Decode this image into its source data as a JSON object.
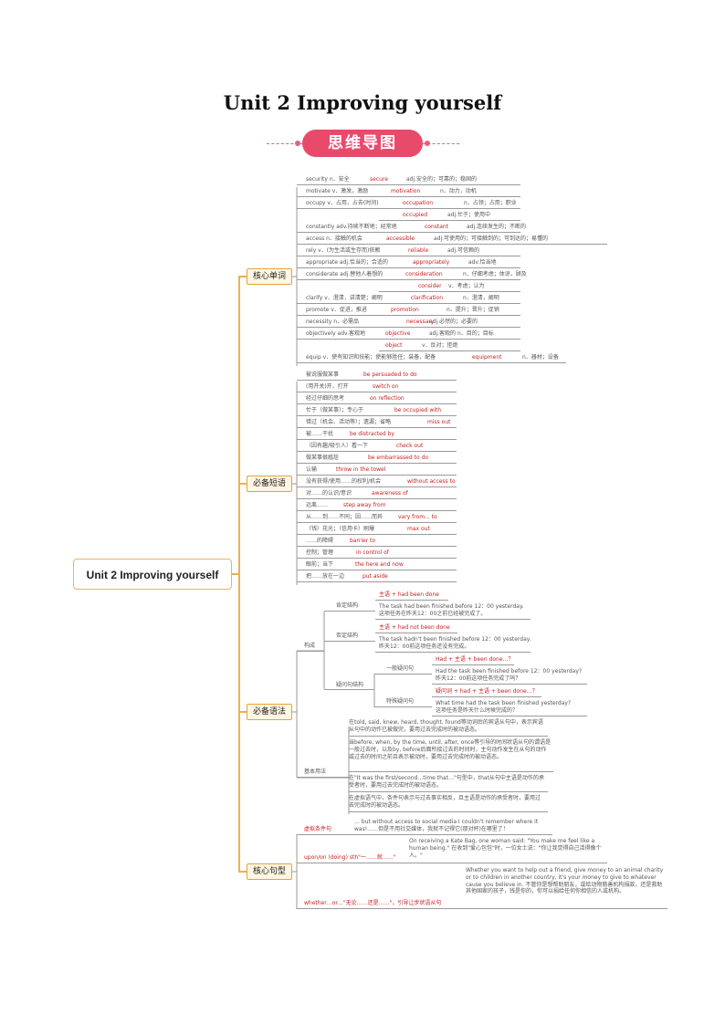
{
  "title": "Unit 2 Improving yourself",
  "banner": "思维导图",
  "root": "Unit 2 Improving yourself",
  "categories": [
    "核心单词",
    "必备短语",
    "必备语法",
    "核心句型"
  ],
  "words": [
    {
      "a": "security n．安全",
      "b": "secure",
      "c": "adj.安全的；可靠的；稳固的"
    },
    {
      "a": "motivate v．激发，激励",
      "b": "motivation",
      "c": "n．动力，动机"
    },
    {
      "a": "occupy v．占用，占去(时间)",
      "b": "occupation",
      "c": "n．占领；占用；职业"
    },
    {
      "a": "",
      "b": "occupied",
      "c": "adj.忙于；使用中"
    },
    {
      "a": "constantly adv.持续不断地；经常地",
      "b": "constant",
      "c": "adj.连续发生的；不断的"
    },
    {
      "a": "access n．接触的机会",
      "b": "accessible",
      "c": "adj.可使用的；可接触到的；可到达的；易懂的"
    },
    {
      "a": "rely v．(为生活或生存而)依赖",
      "b": "reliable",
      "c": "adj.可信赖的"
    },
    {
      "a": "appropriate adj.恰当的；合适的",
      "b": "appropriately",
      "c": "adv.恰当地"
    },
    {
      "a": "considerate adj.替他人着想的",
      "b": "consideration",
      "c": "n．仔细考虑；体谅，顾及"
    },
    {
      "a": "",
      "b": "consider",
      "c": "v．考虑；认为"
    },
    {
      "a": "clarify v．澄清，讲清楚；阐明",
      "b": "clarification",
      "c": "n．澄清，阐明"
    },
    {
      "a": "promote v．促进，推进",
      "b": "promotion",
      "c": "n．提升；晋升；促销"
    },
    {
      "a": "necessity n．必需品",
      "b": "necessary",
      "c": "adj.必然的；必要的"
    },
    {
      "a": "objectively adv.客观地",
      "b": "objective",
      "c": "adj.客观的 n．目的；目标"
    },
    {
      "a": "",
      "b": "object",
      "c": "v．反对；拒绝"
    },
    {
      "a": "equip v．使有知识和技能；使能够胜任；装备，配备",
      "b": "equipment",
      "c": "n．器材；设备"
    }
  ],
  "phrases": [
    {
      "a": "被说服做某事",
      "b": "be persuaded to do"
    },
    {
      "a": "(用开关)开，打开",
      "b": "switch on"
    },
    {
      "a": "经过仔细的思考",
      "b": "on reflection"
    },
    {
      "a": "忙于（做某事）；专心于",
      "b": "be occupied with"
    },
    {
      "a": "错过（机会、活动等）；遗漏；省略",
      "b": "miss out"
    },
    {
      "a": "被……干扰",
      "b": "be distracted by"
    },
    {
      "a": "（因有趣/吸引人）看一下",
      "b": "check out"
    },
    {
      "a": "做某事很尴尬",
      "b": "be embarrassed to do"
    },
    {
      "a": "认输",
      "b": "throw in the towel"
    },
    {
      "a": "没有获得/使用……的权利/机会",
      "b": "without access to"
    },
    {
      "a": "对……的认识/意识",
      "b": "awareness of"
    },
    {
      "a": "远离……",
      "b": "step away from"
    },
    {
      "a": "从……到……不同；因……而异",
      "b": "vary from... to"
    },
    {
      "a": "（钱）花光；（信用卡）刷爆",
      "b": "max out"
    },
    {
      "a": "……的障碍",
      "b": "barrier to"
    },
    {
      "a": "控制；管理",
      "b": "in control of"
    },
    {
      "a": "眼前；当下",
      "b": "the here and now"
    },
    {
      "a": "把……放在一边",
      "b": "put aside"
    }
  ],
  "grammar": {
    "structure_label": "构成",
    "positive_label": "肯定结构",
    "positive_formula": "主语 + had been done",
    "positive_example_en": "The task had been finished before 12：00 yesterday.",
    "positive_example_zh": "这项任务在昨天12：00之前已经被完成了。",
    "negative_label": "否定结构",
    "negative_formula": "主语 + had not been done",
    "negative_example_en": "The task hadn't been finished before 12：00 yesterday.",
    "negative_example_zh": "昨天12：00前这项任务还没有完成。",
    "question_label": "疑问句结构",
    "general_q_label": "一般疑问句",
    "general_q_formula": "Had + 主语 + been done…？",
    "general_q_example_en": "Had the task been finished before 12：00 yesterday?",
    "general_q_example_zh": "昨天12：00前这项任务完成了吗？",
    "special_q_label": "特殊疑问句",
    "special_q_formula": "疑问词 + had + 主语 + been done…？",
    "special_q_example_en": "What time had the task been finished yesterday?",
    "special_q_example_zh": "这项任务是昨天什么时候完成的？",
    "usage_label": "基本用法",
    "usage_1": "在told, said, knew, heard, thought, found等动词后的宾语从句中，表示宾语从句中的动作已被做完，要用过去完成时的被动语态。",
    "usage_2": "当before, when, by the time, until, after, once等引导的时间状语从句的谓语是一般过去时，以及by, before后面所接过去的时间时，主句动作发生在从句的动作或过去的时间之前且表示被动时，要用过去完成时的被动语态。",
    "usage_3": "在\"It was the first/second…time that…\"句型中，that从句中主语是动作的承受者时，要用过去完成时的被动语态。",
    "usage_4": "在虚拟语气中，条件句表示与过去事实相反，且主语是动作的承受者时，要用过去完成时的被动语态。"
  },
  "sentences": [
    {
      "label": "虚拟条件句",
      "example": "… but without access to social media I couldn't remember where it was!……但是不用社交媒体，我就不记得它(那对杯)在哪里了！"
    },
    {
      "label": "upon/on (doing) sth\"一……就……\"",
      "example": "On receiving a Kate Bag, one woman said: \"You make me feel like a human being.\" 在收到\"爱心包包\"时，一位女士说：\"你让我觉得自己活得像个人。\""
    },
    {
      "label": "whether…or…\"无论……还是……\"，引导让步状语从句",
      "example": "Whether you want to help out a friend, give money to an animal charity or to children in another country, it's your money to give to whatever cause you believe in. 不管你是想帮助朋友，或给动物慈善机构捐款，还是救助其他国家的孩子，钱是你的，你可以捐给任何你相信的人或机构。"
    }
  ]
}
